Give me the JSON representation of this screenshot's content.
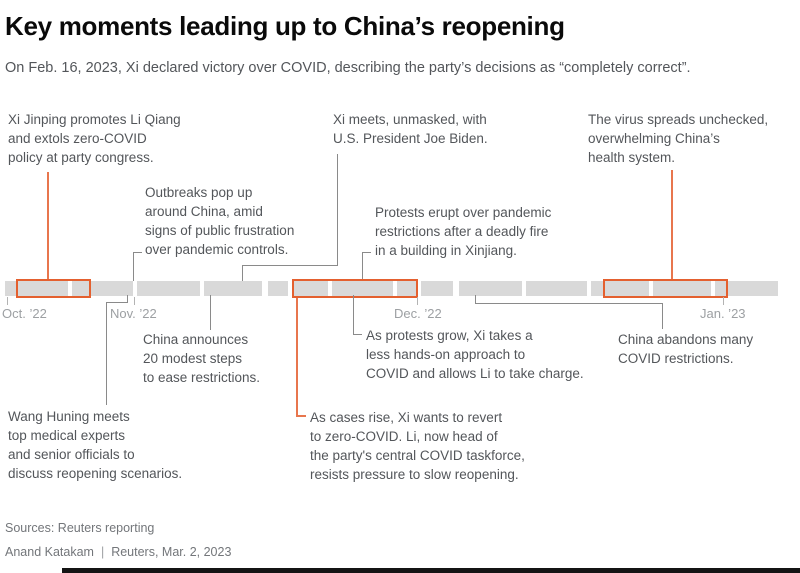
{
  "header": {
    "title": "Key moments leading up to China’s reopening",
    "subtitle": "On Feb. 16, 2023, Xi declared victory over COVID, describing the party’s decisions as “completely correct”."
  },
  "chart_data": {
    "type": "timeline",
    "title": "Key moments leading up to China’s reopening",
    "x_axis": {
      "range": "mid-Oct 2022 to late Jan 2023",
      "tick_labels": [
        "Oct. ’22",
        "Nov. ’22",
        "Dec. ’22",
        "Jan. ’23"
      ]
    },
    "highlighted_ranges": [
      {
        "name": "party-congress-period",
        "approx": "mid-to-late Oct ’22",
        "style": "orange-outline"
      },
      {
        "name": "protest-and-reversal-period",
        "approx": "late Nov ’22 to early Dec ’22",
        "style": "orange-outline"
      },
      {
        "name": "virus-surge-period",
        "approx": "mid-Dec ’22 to early Jan ’23",
        "style": "orange-outline"
      }
    ],
    "events": [
      {
        "name": "xi-promotes-li-qiang",
        "side": "above",
        "connector": "orange",
        "approx_date": "mid-Oct ’22",
        "text": "Xi Jinping promotes Li Qiang\nand extols zero-COVID\npolicy at party congress."
      },
      {
        "name": "outbreaks-pop-up",
        "side": "above",
        "connector": "gray",
        "approx_date": "early Nov ’22",
        "text": "Outbreaks pop up\naround China, amid\nsigns of public frustration\nover pandemic controls."
      },
      {
        "name": "xi-meets-biden",
        "side": "above",
        "connector": "gray",
        "approx_date": "mid-Nov ’22",
        "text": "Xi meets, unmasked, with\nU.S. President Joe Biden."
      },
      {
        "name": "protests-erupt",
        "side": "above",
        "connector": "gray",
        "approx_date": "late Nov ’22",
        "text": "Protests erupt over pandemic\nrestrictions after a deadly fire\nin a building in Xinjiang."
      },
      {
        "name": "virus-spreads-unchecked",
        "side": "above",
        "connector": "orange",
        "approx_date": "late Dec ’22",
        "text": "The virus spreads unchecked,\noverwhelming China’s\nhealth system."
      },
      {
        "name": "wang-huning-meets",
        "side": "below",
        "connector": "gray",
        "approx_date": "late Oct ’22",
        "text": "Wang Huning meets\ntop medical experts\nand senior officials to\ndiscuss reopening scenarios."
      },
      {
        "name": "china-announces-20-steps",
        "side": "below",
        "connector": "gray",
        "approx_date": "early Nov ’22",
        "text": "China announces\n20 modest steps\nto ease restrictions."
      },
      {
        "name": "as-protests-grow",
        "side": "below",
        "connector": "gray",
        "approx_date": "late Nov ’22",
        "text": "As protests grow, Xi takes a\nless hands-on approach to\nCOVID and allows Li to take charge."
      },
      {
        "name": "as-cases-rise",
        "side": "below",
        "connector": "orange",
        "approx_date": "mid-to-late Nov ’22",
        "text": "As cases rise, Xi wants to revert\nto zero-COVID. Li, now head of\nthe party's central COVID taskforce,\nresists pressure to slow reopening."
      },
      {
        "name": "china-abandons-restrictions",
        "side": "below",
        "connector": "gray",
        "approx_date": "early Dec ’22",
        "text": "China abandons many\nCOVID restrictions."
      }
    ]
  },
  "colors": {
    "accent_orange": "#e4602f",
    "bar_gray": "#d9d9d9",
    "body_text": "#53565a",
    "axis_text": "#9da0a3",
    "connector_gray": "#8a8a8a",
    "title_text": "#0a0a0a"
  },
  "footer": {
    "sources": "Sources: Reuters reporting",
    "byline": "Anand Katakam",
    "separator": "|",
    "credit": "Reuters, Mar. 2, 2023"
  }
}
